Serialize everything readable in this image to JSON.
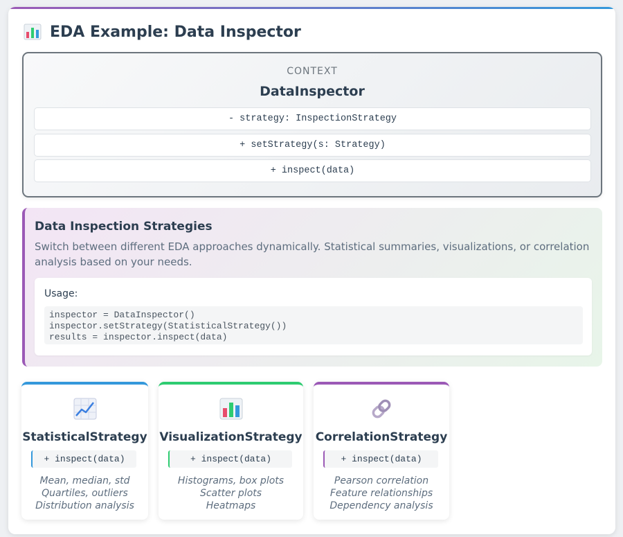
{
  "header": {
    "title": "EDA Example: Data Inspector",
    "icon": "bar-chart-icon"
  },
  "context": {
    "label": "CONTEXT",
    "class_name": "DataInspector",
    "members": [
      "- strategy: InspectionStrategy",
      "+ setStrategy(s: Strategy)",
      "+ inspect(data)"
    ],
    "border_color": "#6c757d"
  },
  "strategies_panel": {
    "title": "Data Inspection Strategies",
    "description": "Switch between different EDA approaches dynamically. Statistical summaries, visualizations, or correlation analysis based on your needs.",
    "usage_label": "Usage:",
    "code": "inspector = DataInspector()\ninspector.setStrategy(StatisticalStrategy())\nresults = inspector.inspect(data)",
    "accent_color": "#9b59b6"
  },
  "strategy_cards": [
    {
      "name": "StatisticalStrategy",
      "icon": "line-chart-icon",
      "method": "+ inspect(data)",
      "lines": [
        "Mean, median, std",
        "Quartiles, outliers",
        "Distribution analysis"
      ],
      "accent": "#3498db"
    },
    {
      "name": "VisualizationStrategy",
      "icon": "bar-chart-icon",
      "method": "+ inspect(data)",
      "lines": [
        "Histograms, box plots",
        "Scatter plots",
        "Heatmaps"
      ],
      "accent": "#2ecc71"
    },
    {
      "name": "CorrelationStrategy",
      "icon": "link-icon",
      "method": "+ inspect(data)",
      "lines": [
        "Pearson correlation",
        "Feature relationships",
        "Dependency analysis"
      ],
      "accent": "#9b59b6"
    }
  ]
}
